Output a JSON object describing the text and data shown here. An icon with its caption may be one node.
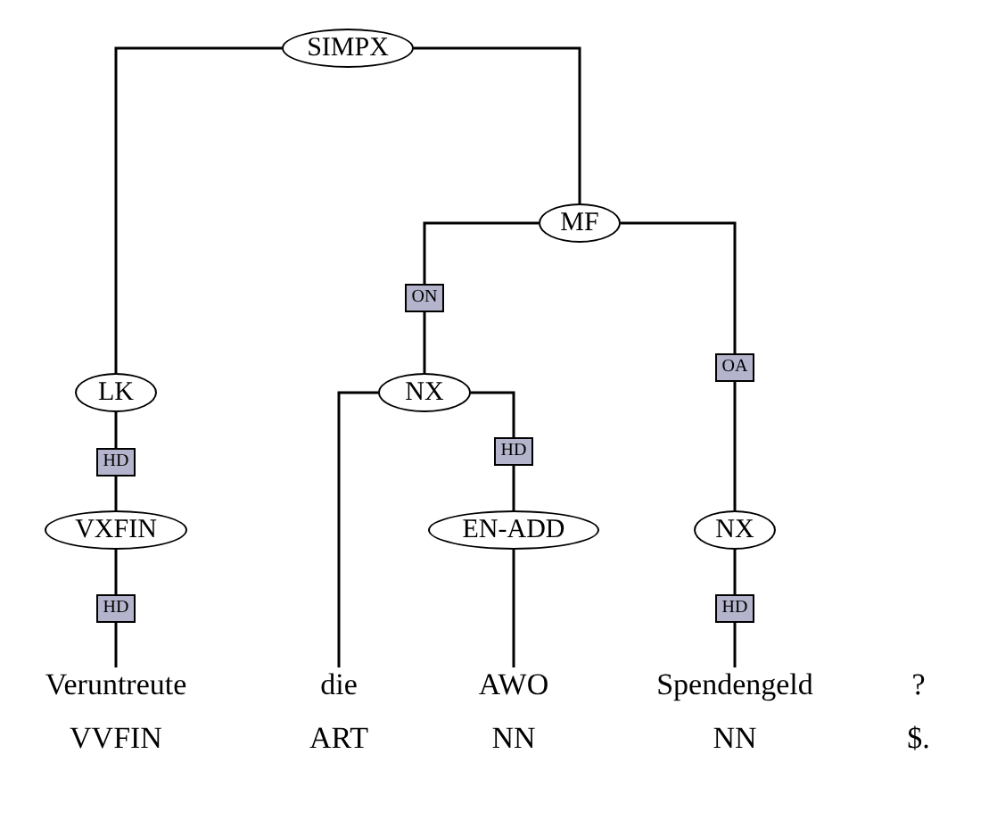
{
  "diagram": {
    "nodes": [
      {
        "text": [
          "SIMPX"
        ]
      },
      {
        "text": [
          "LK"
        ]
      },
      {
        "text": [
          "MF"
        ]
      },
      {
        "text": [
          "NX"
        ]
      },
      {
        "text": [
          "NX"
        ]
      },
      {
        "text": [
          "VXFIN"
        ]
      },
      {
        "text": [
          "EN-ADD"
        ]
      },
      {
        "text": [
          "Veruntreute",
          "VVFIN"
        ]
      },
      {
        "text": [
          "die",
          "ART"
        ]
      },
      {
        "text": [
          "AWO",
          "NN"
        ]
      },
      {
        "text": [
          "Spendengeld",
          "NN"
        ]
      },
      {
        "text": [
          "?",
          "$."
        ]
      }
    ],
    "edges": [
      {
        "from": 0,
        "to": 1,
        "arrow": "none"
      },
      {
        "from": 0,
        "to": 2,
        "arrow": "none"
      },
      {
        "from": 2,
        "to": 3,
        "arrow": "none",
        "label": "ON"
      },
      {
        "from": 2,
        "to": 4,
        "arrow": "none",
        "label": "OA"
      },
      {
        "from": 1,
        "to": 5,
        "arrow": "none",
        "label": "HD"
      },
      {
        "from": 3,
        "to": 8,
        "arrow": "none"
      },
      {
        "from": 3,
        "to": 6,
        "arrow": "none",
        "label": "HD"
      },
      {
        "from": 4,
        "to": 10,
        "arrow": "none",
        "label": "HD"
      },
      {
        "from": 5,
        "to": 7,
        "arrow": "none",
        "label": "HD"
      },
      {
        "from": 6,
        "to": 9,
        "arrow": "none"
      }
    ]
  }
}
